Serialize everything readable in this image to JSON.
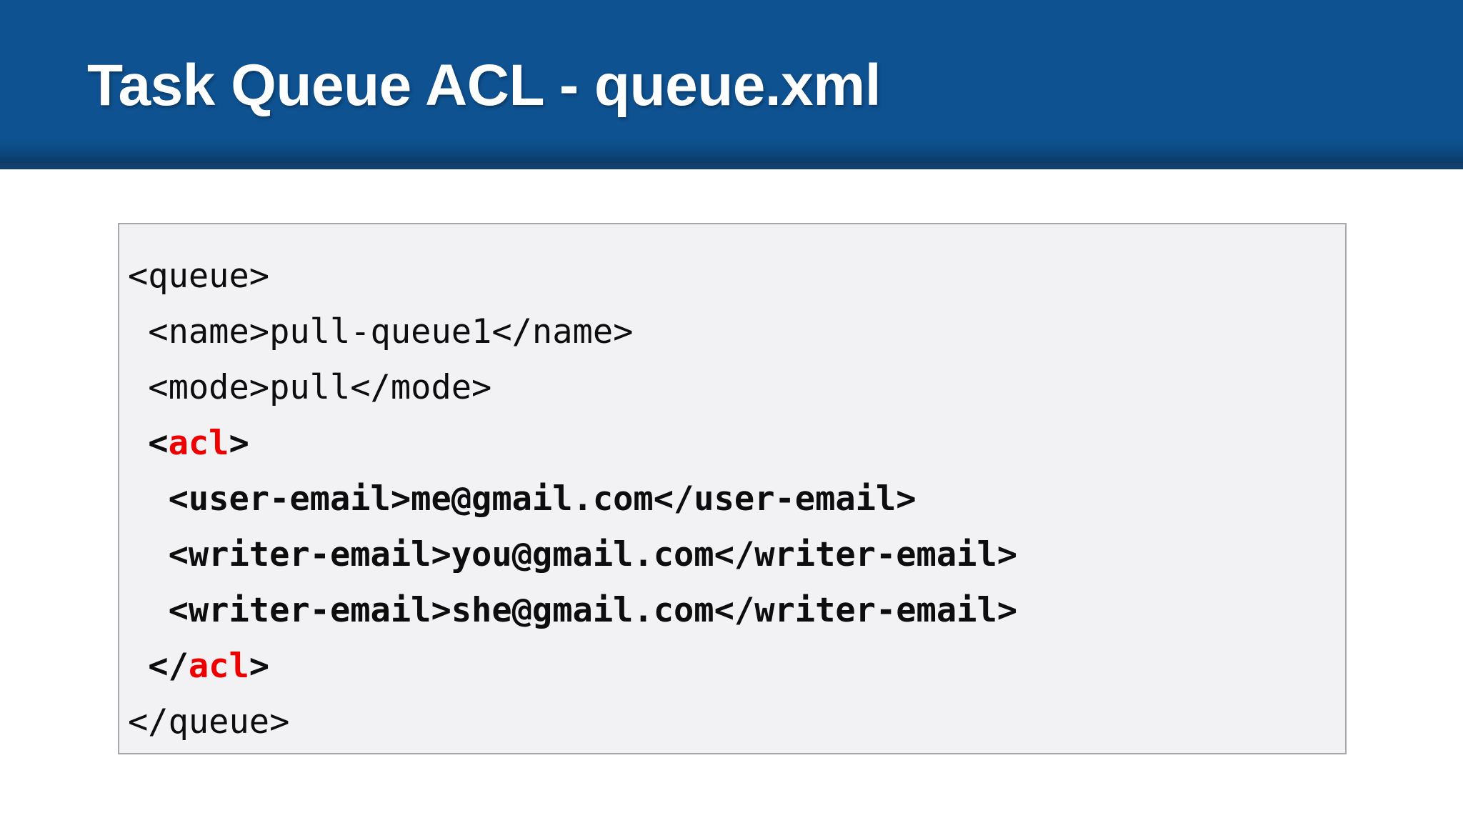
{
  "slide": {
    "title": "Task Queue ACL - queue.xml",
    "banner_color": "#0f5291",
    "banner_rule_color": "#123f6d",
    "title_color": "#ffffff",
    "background_color": "#ffffff"
  },
  "code_block": {
    "background_color": "#f2f1f4",
    "border_color": "#a8a8ac",
    "text_color": "#0d0d0d",
    "highlight_color": "#ee0000",
    "language": "xml",
    "filename": "queue.xml",
    "full_text": "<queue>\n <name>pull-queue1</name>\n <mode>pull</mode>\n <acl>\n  <user-email>me@gmail.com</user-email>\n  <writer-email>you@gmail.com</writer-email>\n  <writer-email>she@gmail.com</writer-email>\n </acl>\n</queue>",
    "lines": [
      {
        "indent": "",
        "bold": false,
        "pre": "<queue>",
        "hl": "",
        "post": ""
      },
      {
        "indent": " ",
        "bold": false,
        "pre": "<name>pull-queue1</name>",
        "hl": "",
        "post": ""
      },
      {
        "indent": " ",
        "bold": false,
        "pre": "<mode>pull</mode>",
        "hl": "",
        "post": ""
      },
      {
        "indent": " ",
        "bold": true,
        "pre": "<",
        "hl": "acl",
        "post": ">"
      },
      {
        "indent": "  ",
        "bold": true,
        "pre": "<user-email>me@gmail.com</user-email>",
        "hl": "",
        "post": ""
      },
      {
        "indent": "  ",
        "bold": true,
        "pre": "<writer-email>you@gmail.com</writer-email>",
        "hl": "",
        "post": ""
      },
      {
        "indent": "  ",
        "bold": true,
        "pre": "<writer-email>she@gmail.com</writer-email>",
        "hl": "",
        "post": ""
      },
      {
        "indent": " ",
        "bold": true,
        "pre": "</",
        "hl": "acl",
        "post": ">"
      },
      {
        "indent": "",
        "bold": false,
        "pre": "</queue>",
        "hl": "",
        "post": ""
      }
    ]
  }
}
